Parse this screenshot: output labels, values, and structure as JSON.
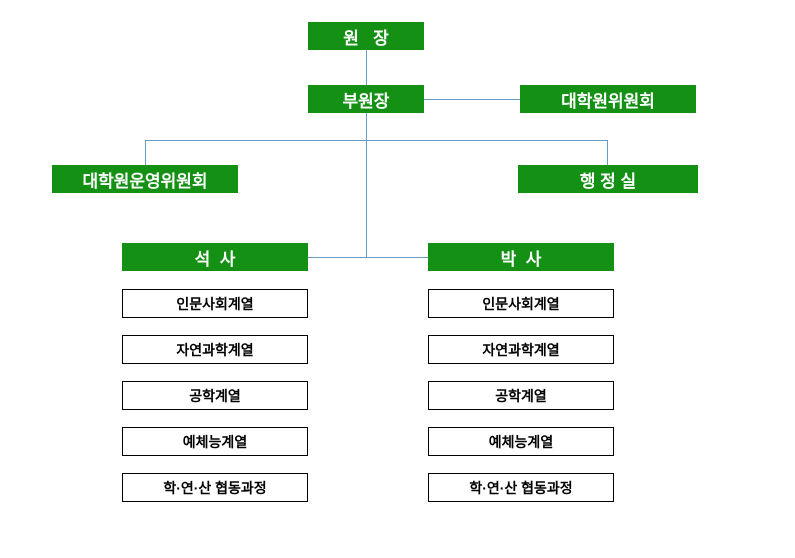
{
  "colors": {
    "box_green": "#149014",
    "connector_line": "#6b9bc3",
    "box_border": "#000000",
    "green_box_text": "#ffffff",
    "white_box_text": "#000000"
  },
  "chart": {
    "director": "원   장",
    "vice_director": "부원장",
    "grad_committee": "대학원위원회",
    "operating_committee": "대학원운영위원회",
    "admin_office": "행 정 실",
    "columns": [
      {
        "head": "석  사",
        "items": [
          "인문사회계열",
          "자연과학계열",
          "공학계열",
          "예체능계열",
          "학·연·산 협동과정"
        ]
      },
      {
        "head": "박  사",
        "items": [
          "인문사회계열",
          "자연과학계열",
          "공학계열",
          "예체능계열",
          "학·연·산 협동과정"
        ]
      }
    ]
  }
}
